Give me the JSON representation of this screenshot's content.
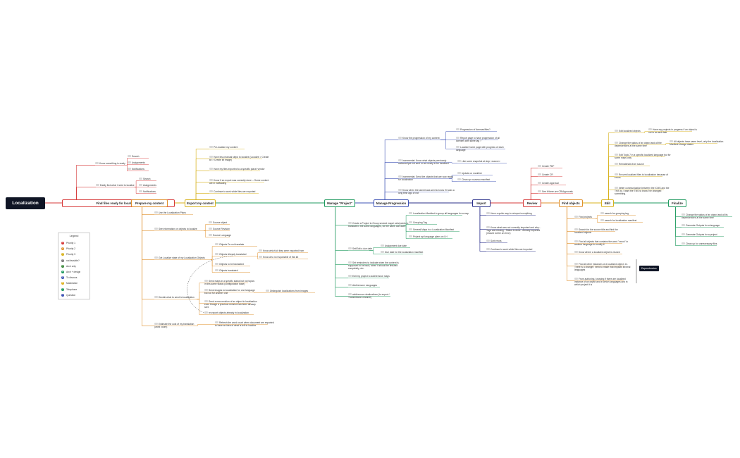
{
  "root": {
    "label": "Localization"
  },
  "main_nodes": [
    {
      "id": "find",
      "label": "Find files ready for localization",
      "color": "#d73a3a"
    },
    {
      "id": "prepare",
      "label": "Prepare my content",
      "color": "#e0902b"
    },
    {
      "id": "export",
      "label": "Export my content",
      "color": "#d8b21c"
    },
    {
      "id": "project",
      "label": "Manage \"Project\"",
      "color": "#1f9a5f"
    },
    {
      "id": "progression",
      "label": "Manage Progression",
      "color": "#3e53b4"
    },
    {
      "id": "import",
      "label": "Import",
      "color": "#2a2f8a"
    },
    {
      "id": "review",
      "label": "Review",
      "color": "#d73a3a"
    },
    {
      "id": "findobj",
      "label": "Find objects",
      "color": "#e0902b"
    },
    {
      "id": "edit",
      "label": "Edit",
      "color": "#d8b21c"
    },
    {
      "id": "finalize",
      "label": "Finalize",
      "color": "#1f9a5f"
    }
  ],
  "branches": {
    "find": [
      {
        "text": "Know something is ready"
      },
      {
        "text": "Search"
      },
      {
        "text": "Assignments"
      },
      {
        "text": "Notifications"
      },
      {
        "text": "Easily find what I need to localize"
      },
      {
        "text": "Search"
      },
      {
        "text": "Assignments"
      },
      {
        "text": "Notifications"
      }
    ],
    "prepare": [
      {
        "text": "Use the Localization Plans"
      },
      {
        "text": "See information on objects to localize"
      },
      {
        "text": "Source object"
      },
      {
        "text": "Source Revision"
      },
      {
        "text": "Source Language"
      },
      {
        "text": "Get Localize state of my Localization Objects"
      },
      {
        "text": "Objects Do not translate"
      },
      {
        "text": "Objects Already translated"
      },
      {
        "text": "Know which kit they were exported from"
      },
      {
        "text": "Know who is responsible of this kit"
      },
      {
        "text": "Objects to be translated"
      },
      {
        "text": "Objects translated"
      },
      {
        "text": "Decide what to send to localization"
      },
      {
        "text": "Send maps in a specific status but not topics in this same status (configuration base)"
      },
      {
        "text": "Send images to localization for one language but not for another one"
      },
      {
        "text": "Distinguish localizations from images"
      },
      {
        "text": "Send a new revision of an object to localization even though a previous revision has been already sent"
      },
      {
        "text": "re-export objects already in localization"
      },
      {
        "text": "Estimate the cost of my translation (word count)"
      },
      {
        "text": "Refresh the word count when document are exported to have an idea of what is left to localize"
      }
    ],
    "export": [
      {
        "text": "Pre-localize my content"
      },
      {
        "text": "Have less manual steps to localize (Localize > Create kit > Create kit image)"
      },
      {
        "text": "Have my files exported to a specific place/ vendor"
      },
      {
        "text": "Know if an export was correctly done -- Some content are in halfwaring"
      },
      {
        "text": "Continue to work while files are exported"
      }
    ],
    "project": [
      {
        "text": "Create a Project to Group several maps/ sets/points to translate in the same languages, for the same due date."
      },
      {
        "text": "Localization Manifest to group all languages for a map"
      },
      {
        "text": "Grouping Tag"
      },
      {
        "text": "Several Maps in a Localization Manifest"
      },
      {
        "text": "Project api language plans on LH"
      },
      {
        "text": "Set/Edit a due date"
      },
      {
        "text": "Assignment due date"
      },
      {
        "text": "Due date for the localization manifest"
      },
      {
        "text": "Set reminders to indicate when the content is supposed to be back, when it should be finished completely, etc."
      },
      {
        "text": "Edit my project to add/remove maps"
      },
      {
        "text": "Add/remove Languages"
      },
      {
        "text": "add/remove destinations (to export / Transmission channel)"
      }
    ],
    "progression": [
      {
        "text": "Know the progression of my content"
      },
      {
        "text": "Progression of licenses/files?"
      },
      {
        "text": "Report page to have progression of all licenses with same tag ?"
      },
      {
        "text": "Localize home page with progress of each language"
      },
      {
        "text": "Incremental: Know what objects previously authored/yet not sent or are ready to be localized"
      },
      {
        "text": "Like some snapshot at step <source>"
      },
      {
        "text": "Incremental: Send the objects that are now ready for localization"
      },
      {
        "text": "Update on manifest"
      },
      {
        "text": "Clean up nouveau manifest"
      },
      {
        "text": "Know when the last kit was sent to know if it was a long time ago or not"
      }
    ],
    "import": [
      {
        "text": "Have a quick way to reimport everything"
      },
      {
        "text": "Know what was not correctly imported and why: - Tags are missing - Status is done - Already imported (should not be an error)"
      },
      {
        "text": "Sort errors"
      },
      {
        "text": "Continue to work while files are imported"
      }
    ],
    "review": [
      {
        "text": "Create PDF"
      },
      {
        "text": "Create CR"
      },
      {
        "text": "Create Approval"
      },
      {
        "text": "See if there are CR/Approvals"
      }
    ],
    "findobj": [
      {
        "text": "Find projects"
      },
      {
        "text": "search for grouping tag"
      },
      {
        "text": "search for localization manifest"
      },
      {
        "text": "Search for the source title and find the localized objects"
      },
      {
        "text": "Find all objects that contains the word \"xxxxx\" in another language to modify it"
      },
      {
        "text": "Know where a localized object is reused"
      },
      {
        "text": "Find all other instances of a localized object, ex. There is a change I need to make that impacts several languages"
      },
      {
        "text": "From authoring, knowing if there are localized instance of an object and in which languages and in which project it is"
      }
    ],
    "edit": [
      {
        "text": "Edit localized objects"
      },
      {
        "text": "Have my projects in progress if an object is not to as and date"
      },
      {
        "text": "Change the status of an object and all the dependencies at the same time"
      },
      {
        "text": "All objects have same level, only the localization Manifest change status"
      },
      {
        "text": "Edit Topic 7 in a specific localized language but for some maps only"
      },
      {
        "text": "Rematerials from source"
      },
      {
        "text": "Re-sent localized files to localization because of errors"
      },
      {
        "text": "better communication between the ICMS and the TMS to, I want the TMS to know I've changed something."
      }
    ],
    "finalize": [
      {
        "text": "Change the status of an object and all its dependencies at the same time"
      },
      {
        "text": "Generate Outputs for a language"
      },
      {
        "text": "Generate Outputs for a project"
      },
      {
        "text": "Clean up for unnecessary files"
      }
    ]
  },
  "callout": {
    "label": "Dependencies"
  },
  "legend": {
    "title": "Legend",
    "items": [
      {
        "label": "Priority 1",
        "color": "#d73a3a",
        "glyph": "1"
      },
      {
        "label": "Priority 2",
        "color": "#e0902b",
        "glyph": "2"
      },
      {
        "label": "Priority 3",
        "color": "#d8b21c",
        "glyph": "3"
      },
      {
        "label": "not feasible?",
        "color": "#7a7a7a",
        "glyph": "?"
      },
      {
        "label": "Arch only",
        "color": "#3c8a3c",
        "glyph": "A"
      },
      {
        "label": "Arch + design",
        "color": "#1f9a5f",
        "glyph": "A"
      },
      {
        "label": "To discuss",
        "color": "#3e53b4",
        "glyph": "D"
      },
      {
        "label": "Materialize",
        "color": "#e0b21c",
        "glyph": "M"
      },
      {
        "label": "Telephone",
        "color": "#1f9a5f",
        "glyph": "T"
      },
      {
        "label": "Question",
        "color": "#3e53b4",
        "glyph": "?"
      }
    ]
  }
}
